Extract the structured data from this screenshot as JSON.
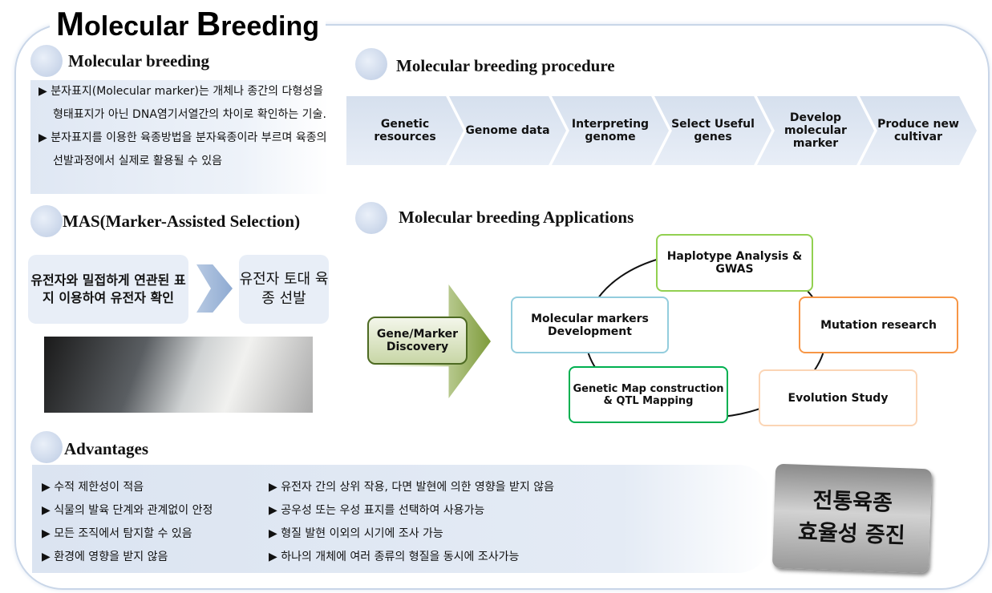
{
  "title": {
    "first": "M",
    "rest1": "olecular ",
    "second": "B",
    "rest2": "reeding"
  },
  "sections": {
    "mb": "Molecular breeding",
    "proc": "Molecular breeding procedure",
    "mas": "MAS(Marker-Assisted Selection)",
    "apps": "Molecular breeding Applications",
    "adv": "Advantages"
  },
  "intro": [
    "분자표지(Molecular marker)는 개체나 종간의 다형성을 형태표지가 아닌 DNA염기서열간의 차이로 확인하는 기술.",
    "분자표지를 이용한 육종방법을 분자육종이라 부르며 육종의 선발과정에서 실제로 활용될 수 있음"
  ],
  "procedure": [
    "Genetic resources",
    "Genome data",
    "Interpreting genome",
    "Select Useful genes",
    "Develop molecular marker",
    "Produce new cultivar"
  ],
  "mas": {
    "box1": "유전자와 밀접하게 연관된 표지 이용하여 유전자 확인",
    "box2": "유전자 토대 육종 선발"
  },
  "discovery": "Gene/Marker Discovery",
  "applications": {
    "haplotype": "Haplotype Analysis & GWAS",
    "mutation": "Mutation research",
    "markers": "Molecular markers Development",
    "genetic_map": "Genetic Map construction & QTL Mapping",
    "evolution": "Evolution Study"
  },
  "advantages_left": [
    "수적 제한성이 적음",
    "식물의 발육 단계와 관계없이 안정",
    "모든 조직에서 탐지할 수 있음",
    "환경에 영향을 받지 않음"
  ],
  "advantages_right": [
    "유전자 간의 상위 작용, 다면 발현에 의한 영향을 받지 않음",
    "공우성 또는 우성 표지를 선택하여 사용가능",
    "형질 발현 이외의 시기에 조사 가능",
    "하나의 개체에 여러 종류의 형질을 동시에 조사가능"
  ],
  "badge": {
    "line1": "전통육종",
    "line2": "효율성 증진"
  }
}
